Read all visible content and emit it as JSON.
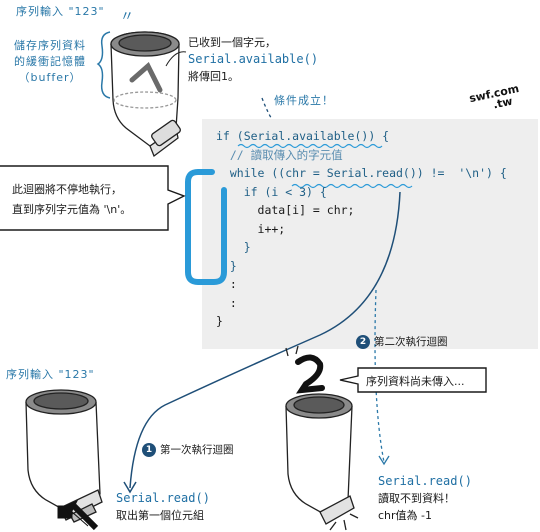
{
  "top": {
    "input_label": "序列輸入 \"123\"",
    "buffer_lines": [
      "儲存序列資料",
      "的緩衝記憶體",
      "（buffer）"
    ],
    "received_line1": "已收到一個字元，",
    "received_code": "Serial.available()",
    "received_line3": "將傳回1。",
    "condition_true": "條件成立！"
  },
  "logo": {
    "line1": "swf.com",
    "line2": ".tw"
  },
  "code": {
    "lines": [
      "if (Serial.available()) {",
      "  // 讀取傳入的字元值",
      "  while ((chr = Serial.read()) !=  '\\n') {",
      "    if (i < 3) {",
      "      data[i] = chr;",
      "      i++;",
      "    }",
      "  }",
      "  :",
      "  :",
      "}"
    ]
  },
  "loop_note": {
    "line1": "此迴圈將不停地執行，",
    "line2": "直到序列字元值為 '\\n'。"
  },
  "second_loop": {
    "badge": "2",
    "label": "第二次執行迴圈"
  },
  "no_data_bubble": "序列資料尚未傳入...",
  "first_loop": {
    "badge": "1",
    "label": "第一次執行迴圈"
  },
  "bottom_left": {
    "input_label": "序列輸入 \"123\"",
    "read_code": "Serial.read()",
    "read_desc": "取出第一個位元組"
  },
  "bottom_right": {
    "read_code": "Serial.read()",
    "no_data": "讀取不到資料！",
    "chr_value": "chr值為 -1"
  },
  "colors": {
    "accent": "#1f6fa3",
    "loop_frame": "#2a9ad8",
    "code_bg": "#eeeeee"
  }
}
